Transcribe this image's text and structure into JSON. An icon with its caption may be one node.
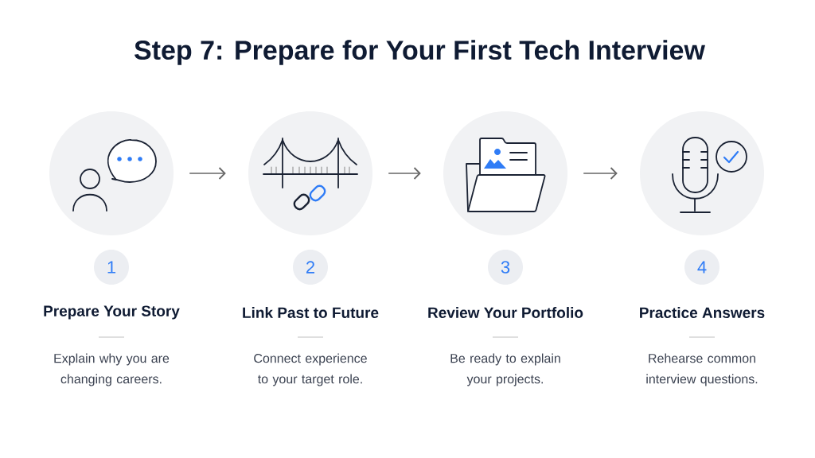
{
  "diagram": {
    "title": "Step 7: Prepare for Your First Tech Interview",
    "nodes": [
      {
        "text": [],
        "shape": "circle"
      },
      {
        "text": [],
        "shape": "circle"
      },
      {
        "text": [],
        "shape": "circle"
      },
      {
        "text": [],
        "shape": "circle"
      },
      {
        "text": [
          "1"
        ],
        "beside": [
          "Prepare Your Story",
          "Explain why you are changing careers."
        ]
      },
      {
        "text": [
          "2"
        ],
        "beside": [
          "Link Past to Future",
          "Connect experience to your target role."
        ]
      },
      {
        "text": [
          "3"
        ],
        "beside": [
          "Review Your Portfolio",
          "Be ready to explain your projects."
        ]
      },
      {
        "text": [
          "4"
        ],
        "beside": [
          "Practice Answers",
          "Rehearse common interview questions."
        ]
      }
    ],
    "edges": [
      {
        "from": 0,
        "to": 1,
        "arrow": "to"
      },
      {
        "from": 1,
        "to": 2,
        "arrow": "to"
      },
      {
        "from": 2,
        "to": 3,
        "arrow": "to"
      }
    ]
  }
}
